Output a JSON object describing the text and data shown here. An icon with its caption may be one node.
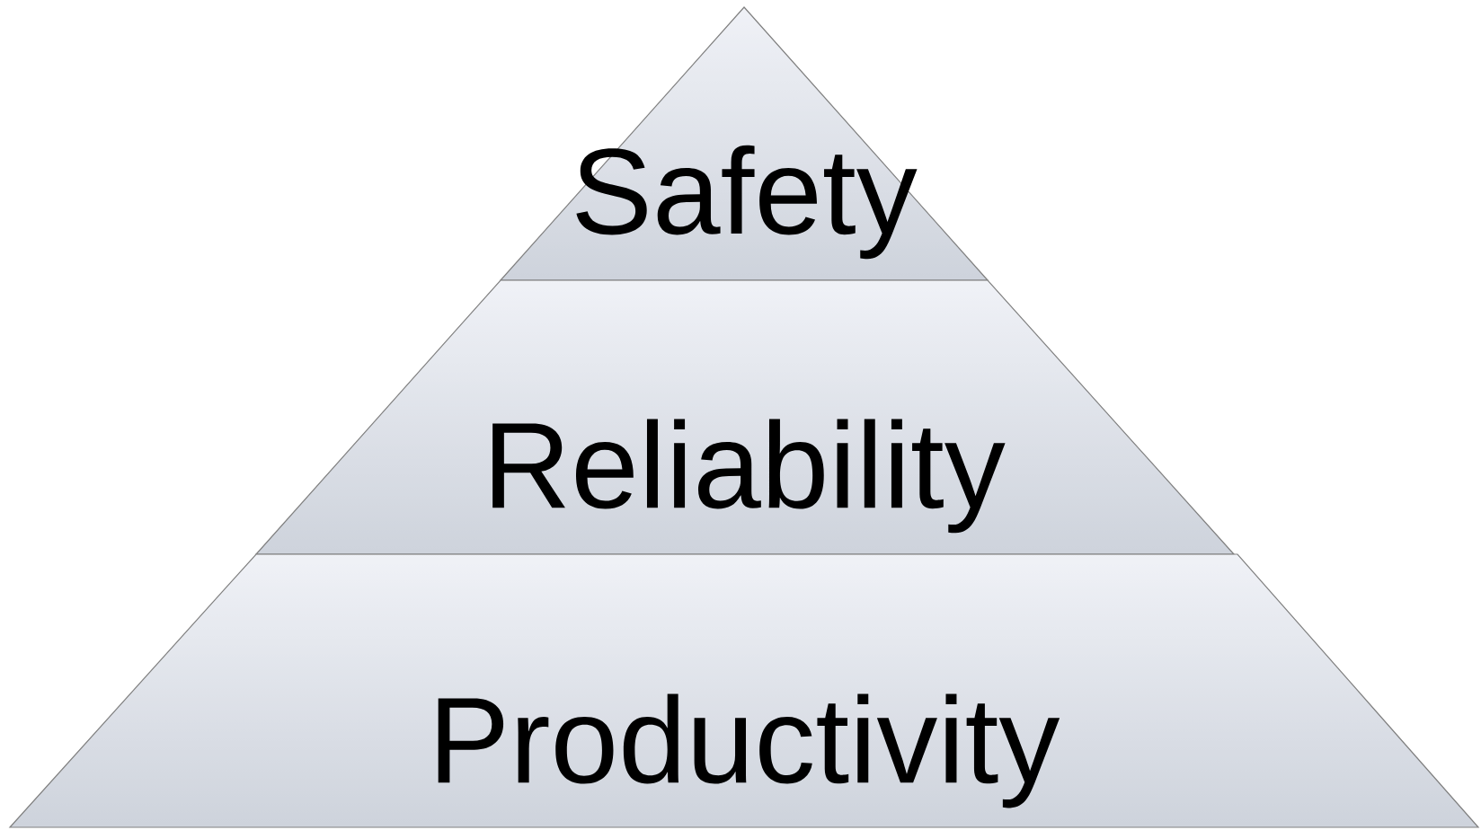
{
  "diagram": {
    "nodes": [
      {
        "text": [
          "Safety"
        ]
      },
      {
        "text": [
          "Reliability"
        ]
      },
      {
        "text": [
          "Productivity"
        ]
      }
    ]
  }
}
